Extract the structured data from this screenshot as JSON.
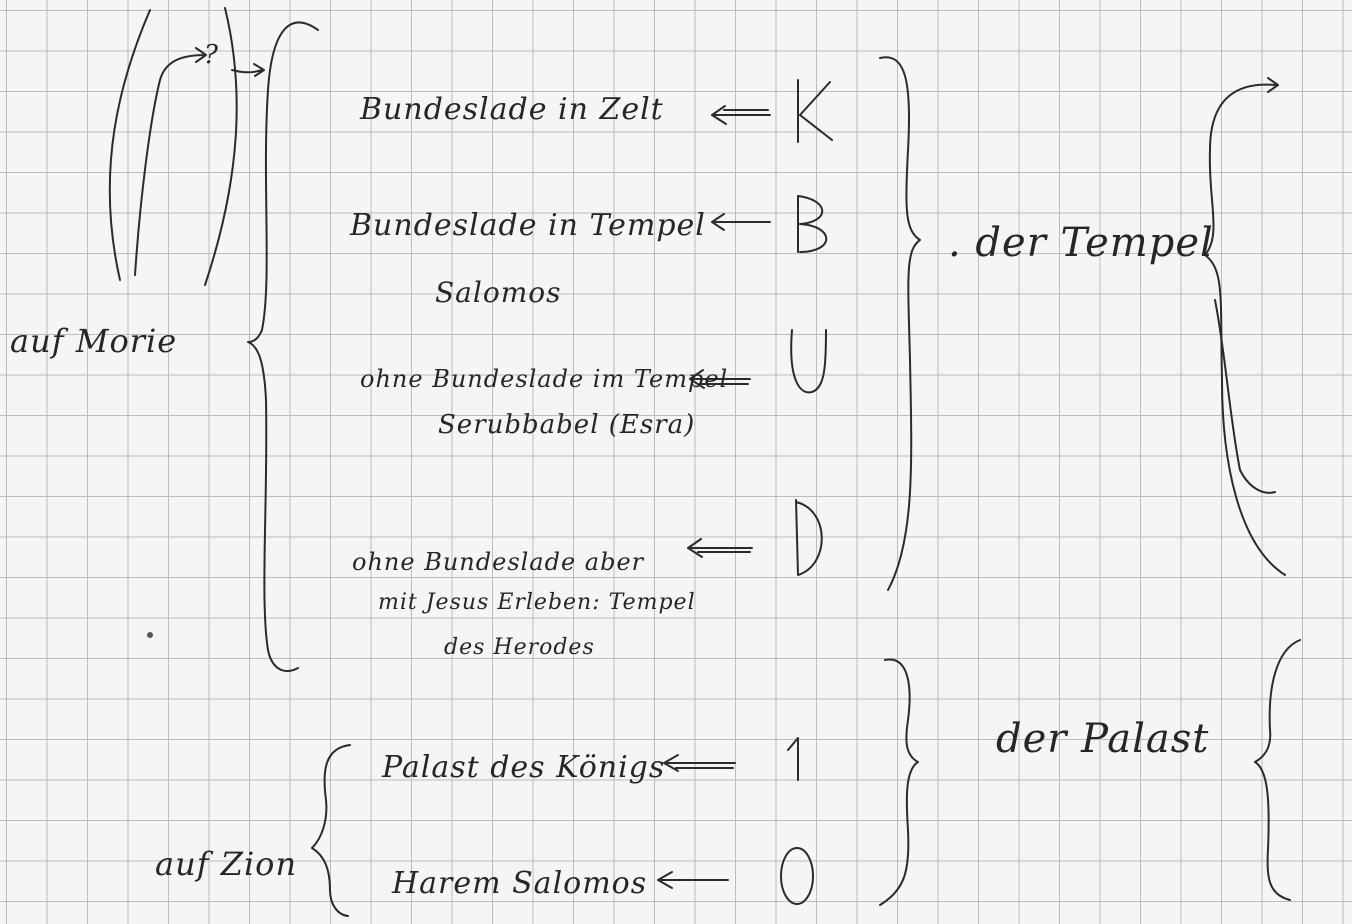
{
  "notes": {
    "left_labels": {
      "moriah": "auf Morie",
      "zion": "auf Zion",
      "question_mark": "?"
    },
    "entries": [
      {
        "text": "Bundeslade in Zelt",
        "letter": "K"
      },
      {
        "text": "Bundeslade in Tempel",
        "text2": "Salomos",
        "letter": "B"
      },
      {
        "text": "ohne Bundeslade im Tempel",
        "text2": "Serubbabel (Esra)",
        "letter": "U"
      },
      {
        "text": "ohne Bundeslade aber",
        "text2": "mit Jesus Erleben: Tempel",
        "text3": "des Herodes",
        "letter": "D"
      },
      {
        "text": "Palast des Königs",
        "letter": "I"
      },
      {
        "text": "Harem Salomos",
        "letter": "O"
      }
    ],
    "right_labels": {
      "temple": ". der Tempel",
      "palace": "der Palast"
    }
  }
}
